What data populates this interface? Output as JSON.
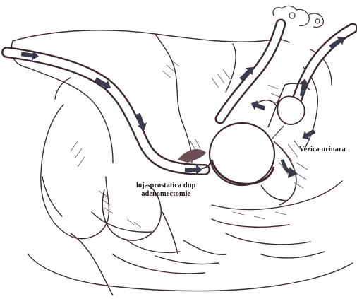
{
  "labels": {
    "loja_line1": "loja prostatica dup",
    "loja_line2": "adenomectomie",
    "vezica": "Vezica urinara"
  },
  "colors": {
    "ink": "#3d2a2e",
    "tissue_fill": "#ffffff",
    "arrow_fill": "#3c3a4d",
    "shade": "#d9c7c9"
  },
  "icons": {
    "flow_arrow": "flow-arrow-icon"
  }
}
